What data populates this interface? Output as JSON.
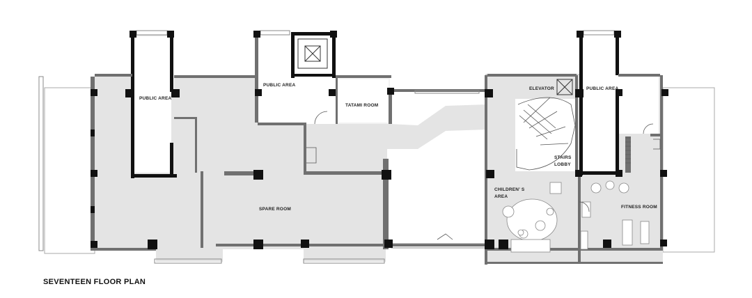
{
  "plan": {
    "title": "SEVENTEEN FLOOR PLAN",
    "rooms": {
      "public_area_left": "PUBLIC AREA",
      "public_area_center": "PUBLIC AREA",
      "public_area_right": "PUBLIC AREA",
      "tatami_room": "TATAMI ROOM",
      "elevator": "ELEVATOR",
      "stairs_lobby_line1": "STAIRS",
      "stairs_lobby_line2": "LOBBY",
      "childrens_area_line1": "CHILDREN’ S",
      "childrens_area_line2": "AREA",
      "spare_room": "SPARE ROOM",
      "fitness_room": "FITNESS ROOM"
    },
    "colors": {
      "floor_fill": "#e4e4e4",
      "wall": "#111111",
      "wall_grey": "#707070",
      "outline": "#9a9a9a",
      "background": "#ffffff"
    }
  }
}
